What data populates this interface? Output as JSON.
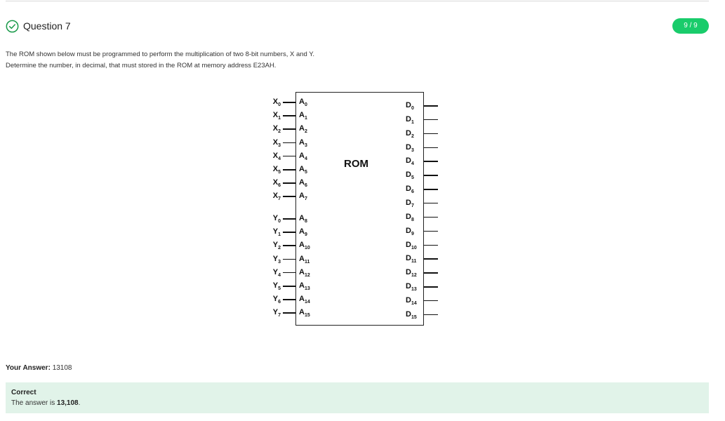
{
  "question": {
    "title": "Question 7",
    "score": "9 / 9",
    "prompt_lines": [
      "The ROM shown below must be programmed to perform the multiplication of two 8-bit numbers, X and Y.",
      "Determine the number, in decimal, that must stored in the ROM at memory address E23AH."
    ]
  },
  "diagram": {
    "rom_label": "ROM",
    "inputs_x": [
      {
        "name": "X",
        "sub": "0",
        "addr": "A",
        "addr_sub": "0"
      },
      {
        "name": "X",
        "sub": "1",
        "addr": "A",
        "addr_sub": "1"
      },
      {
        "name": "X",
        "sub": "2",
        "addr": "A",
        "addr_sub": "2"
      },
      {
        "name": "X",
        "sub": "3",
        "addr": "A",
        "addr_sub": "3"
      },
      {
        "name": "X",
        "sub": "4",
        "addr": "A",
        "addr_sub": "4"
      },
      {
        "name": "X",
        "sub": "5",
        "addr": "A",
        "addr_sub": "5"
      },
      {
        "name": "X",
        "sub": "6",
        "addr": "A",
        "addr_sub": "6"
      },
      {
        "name": "X",
        "sub": "7",
        "addr": "A",
        "addr_sub": "7"
      }
    ],
    "inputs_y": [
      {
        "name": "Y",
        "sub": "0",
        "addr": "A",
        "addr_sub": "8"
      },
      {
        "name": "Y",
        "sub": "1",
        "addr": "A",
        "addr_sub": "9"
      },
      {
        "name": "Y",
        "sub": "2",
        "addr": "A",
        "addr_sub": "10"
      },
      {
        "name": "Y",
        "sub": "3",
        "addr": "A",
        "addr_sub": "11"
      },
      {
        "name": "Y",
        "sub": "4",
        "addr": "A",
        "addr_sub": "12"
      },
      {
        "name": "Y",
        "sub": "5",
        "addr": "A",
        "addr_sub": "13"
      },
      {
        "name": "Y",
        "sub": "6",
        "addr": "A",
        "addr_sub": "14"
      },
      {
        "name": "Y",
        "sub": "7",
        "addr": "A",
        "addr_sub": "15"
      }
    ],
    "outputs": [
      {
        "name": "D",
        "sub": "0"
      },
      {
        "name": "D",
        "sub": "1"
      },
      {
        "name": "D",
        "sub": "2"
      },
      {
        "name": "D",
        "sub": "3"
      },
      {
        "name": "D",
        "sub": "4"
      },
      {
        "name": "D",
        "sub": "5"
      },
      {
        "name": "D",
        "sub": "6"
      },
      {
        "name": "D",
        "sub": "7"
      },
      {
        "name": "D",
        "sub": "8"
      },
      {
        "name": "D",
        "sub": "9"
      },
      {
        "name": "D",
        "sub": "10"
      },
      {
        "name": "D",
        "sub": "11"
      },
      {
        "name": "D",
        "sub": "12"
      },
      {
        "name": "D",
        "sub": "13"
      },
      {
        "name": "D",
        "sub": "14"
      },
      {
        "name": "D",
        "sub": "15"
      }
    ]
  },
  "answer": {
    "label": "Your Answer:",
    "value": "13108"
  },
  "feedback": {
    "status": "Correct",
    "message_prefix": "The answer is ",
    "message_value": "13,108",
    "message_suffix": "."
  },
  "colors": {
    "success_green": "#19cc6b",
    "feedback_bg": "#e1f3e9"
  },
  "icons": {
    "status": "check-circle-icon"
  }
}
